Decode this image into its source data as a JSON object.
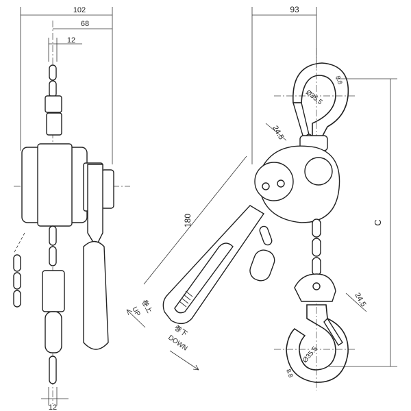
{
  "dimensions": {
    "width_overall": "102",
    "width_half": "68",
    "chain_top": "12",
    "chain_bottom": "12",
    "side_width": "93",
    "lever_length": "180",
    "headroom": "C",
    "hook_top_diameter": "Ø35.5",
    "hook_top_opening": "24.5",
    "hook_top_thickness": "8.8",
    "hook_bottom_diameter": "Ø35.5",
    "hook_bottom_opening": "24.5",
    "hook_bottom_thickness": "8.8"
  },
  "labels": {
    "up_jp": "巻上",
    "up_en": "UP",
    "down_jp": "巻下",
    "down_en": "DOWN"
  }
}
